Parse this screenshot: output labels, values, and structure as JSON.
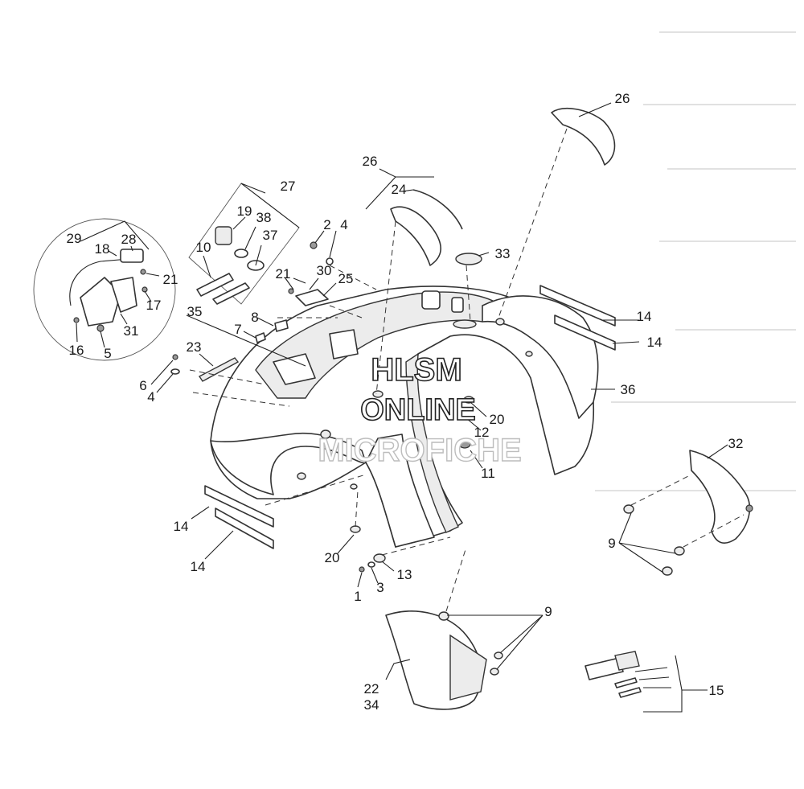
{
  "watermark": {
    "line1": "HLSM",
    "line2": "ONLINE",
    "line3": "MICROFICHE"
  },
  "callouts": {
    "c26a": "26",
    "c26b": "26",
    "c24": "24",
    "c27": "27",
    "c19": "19",
    "c38": "38",
    "c37": "37",
    "c10": "10",
    "c2": "2",
    "c4a": "4",
    "c33": "33",
    "c21a": "21",
    "c30": "30",
    "c25": "25",
    "c29": "29",
    "c18": "18",
    "c28": "28",
    "c21b": "21",
    "c17": "17",
    "c31": "31",
    "c16": "16",
    "c5": "5",
    "c35": "35",
    "c8": "8",
    "c7": "7",
    "c23": "23",
    "c6": "6",
    "c4b": "4",
    "c14a": "14",
    "c14b": "14",
    "c14c": "14",
    "c14d": "14",
    "c36": "36",
    "c20a": "20",
    "c12": "12",
    "c11": "11",
    "c32": "32",
    "c9a": "9",
    "c20b": "20",
    "c13": "13",
    "c1": "1",
    "c3": "3",
    "c9b": "9",
    "c22": "22",
    "c34": "34",
    "c15": "15"
  },
  "colors": {
    "line": "#333333",
    "background": "#ffffff",
    "watermark_outline": "#222222",
    "watermark_faint": "#bdbdbd"
  }
}
